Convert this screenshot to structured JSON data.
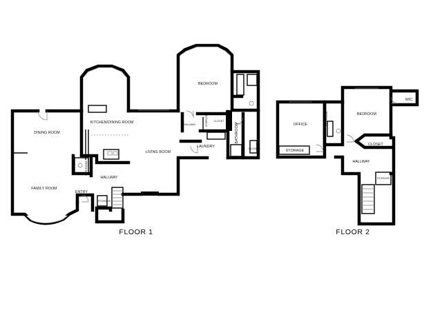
{
  "floors": [
    {
      "title": "FLOOR 1",
      "rooms": [
        "DINING ROOM",
        "FAMILY ROOM",
        "KITCHEN/DINING ROOM",
        "LIVING ROOM",
        "HALLWAY",
        "ENTRY",
        "BEDROOM",
        "LAUNDRY",
        "BATHROOM",
        "CLOSET",
        "HALLWAY",
        "STORAGE",
        "BATHROOM",
        "STORAGE",
        "CLOSET"
      ]
    },
    {
      "title": "FLOOR 2",
      "rooms": [
        "OFFICE",
        "BATHROOM",
        "BEDROOM",
        "WIC",
        "CLOSET",
        "STORAGE",
        "HALLWAY",
        "STORAGE"
      ]
    }
  ]
}
